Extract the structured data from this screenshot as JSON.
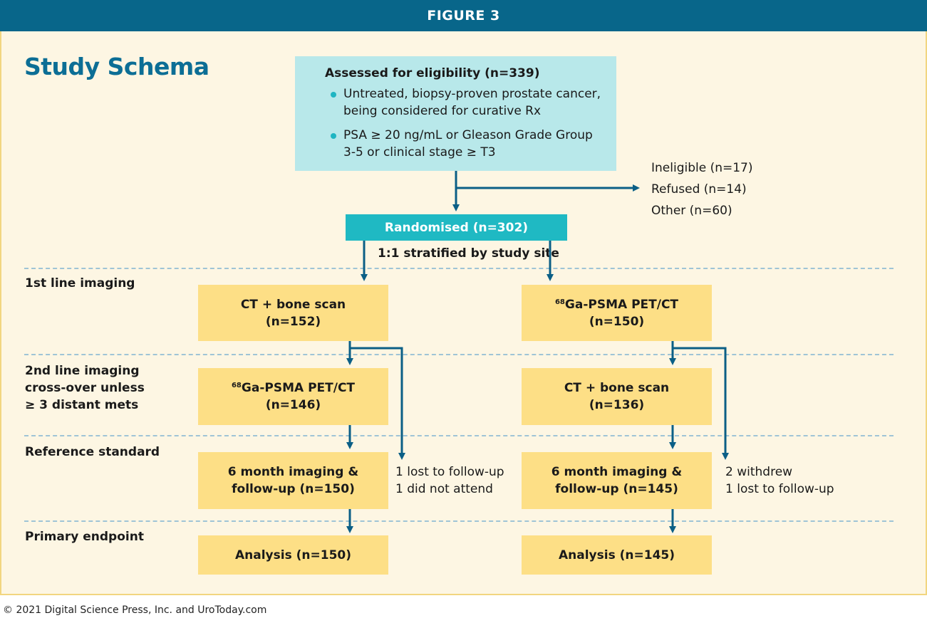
{
  "header": "FIGURE 3",
  "title": "Study Schema",
  "eligibility": {
    "heading": "Assessed for eligibility (n=339)",
    "bullets": [
      {
        "line1": "Untreated, biopsy-proven prostate cancer,",
        "line2": "being considered for curative Rx"
      },
      {
        "line1": "PSA ≥ 20 ng/mL or Gleason Grade Group",
        "line2": "3-5 or clinical stage ≥ T3"
      }
    ]
  },
  "exclusions": [
    "Ineligible (n=17)",
    "Refused (n=14)",
    "Other (n=60)"
  ],
  "randomised": "Randomised (n=302)",
  "stratified": "1:1 stratified by study site",
  "row_labels": {
    "first": "1st line imaging",
    "second": [
      "2nd line imaging",
      "cross-over unless",
      "≥ 3 distant mets"
    ],
    "reference": "Reference standard",
    "primary": "Primary endpoint"
  },
  "left_arm": {
    "first": {
      "line1": "CT + bone scan",
      "line2": "(n=152)"
    },
    "second": {
      "sup": "68",
      "line1": "Ga-PSMA PET/CT",
      "line2": "(n=146)"
    },
    "reference": {
      "line1": "6 month imaging &",
      "line2": "follow-up (n=150)"
    },
    "analysis": "Analysis (n=150)",
    "dropouts": [
      "1 lost to follow-up",
      "1 did not attend"
    ]
  },
  "right_arm": {
    "first": {
      "sup": "68",
      "line1": "Ga-PSMA PET/CT",
      "line2": "(n=150)"
    },
    "second": {
      "line1": "CT + bone scan",
      "line2": "(n=136)"
    },
    "reference": {
      "line1": "6 month imaging &",
      "line2": "follow-up (n=145)"
    },
    "analysis": "Analysis (n=145)",
    "dropouts": [
      "2 withdrew",
      "1 lost to follow-up"
    ]
  },
  "footer": "© 2021 Digital Science Press, Inc. and UroToday.com",
  "colors": {
    "header_bg": "#08668a",
    "title": "#0c6e95",
    "eligibility_box": "#b8e8ea",
    "randomised_box": "#1fb9c3",
    "arm_box": "#fddf86",
    "arrow": "#0b5f86",
    "background": "#fdf6e3"
  }
}
